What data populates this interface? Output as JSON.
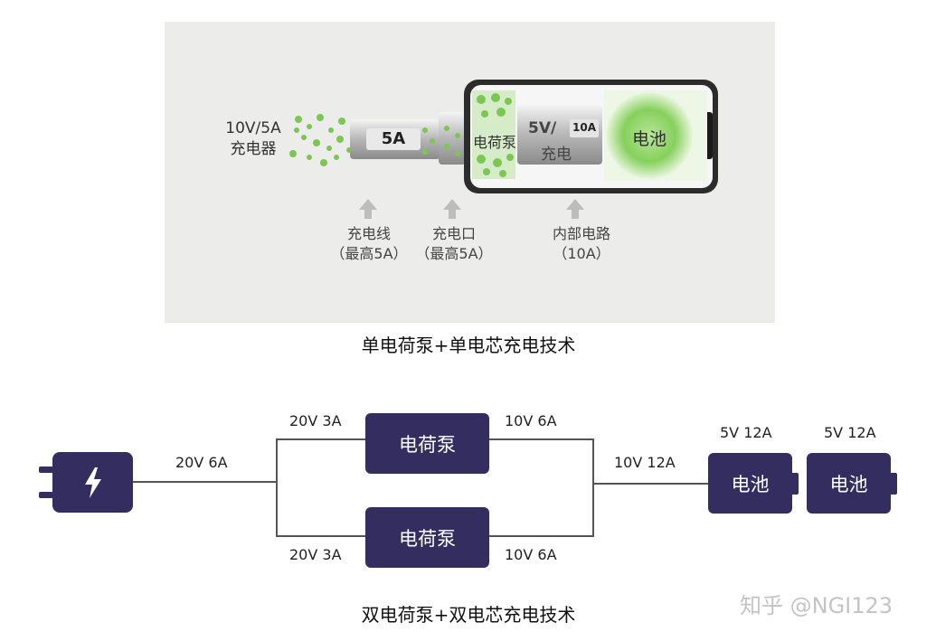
{
  "top": {
    "charger_line1": "10V/5A",
    "charger_line2": "充电器",
    "cable_badge": "5A",
    "pump_label": "电荷泵",
    "circuit_line1": "5V/",
    "circuit_line2": "充电",
    "circuit_badge": "10A",
    "battery_label": "电池",
    "cable_line1": "充电线",
    "cable_line2": "（最高5A）",
    "port_line1": "充电口",
    "port_line2": "（最高5A）",
    "internal_line1": "内部电路",
    "internal_line2": "（10A）",
    "caption": "单电荷泵+单电芯充电技术"
  },
  "bottom": {
    "input_label": "20V  6A",
    "branch_top_in": "20V  3A",
    "branch_top_out": "10V  6A",
    "branch_bot_in": "20V  3A",
    "branch_bot_out": "10V  6A",
    "pump1_label": "电荷泵",
    "pump2_label": "电荷泵",
    "merge_label": "10V  12A",
    "battery1_top": "5V  12A",
    "battery2_top": "5V  12A",
    "battery1_label": "电池",
    "battery2_label": "电池",
    "caption": "双电荷泵+双电芯充电技术"
  },
  "watermark": "知乎 @NGI123",
  "colors": {
    "accent": "#342d5f",
    "green": "#74c34a",
    "panel": "#ececeb"
  }
}
